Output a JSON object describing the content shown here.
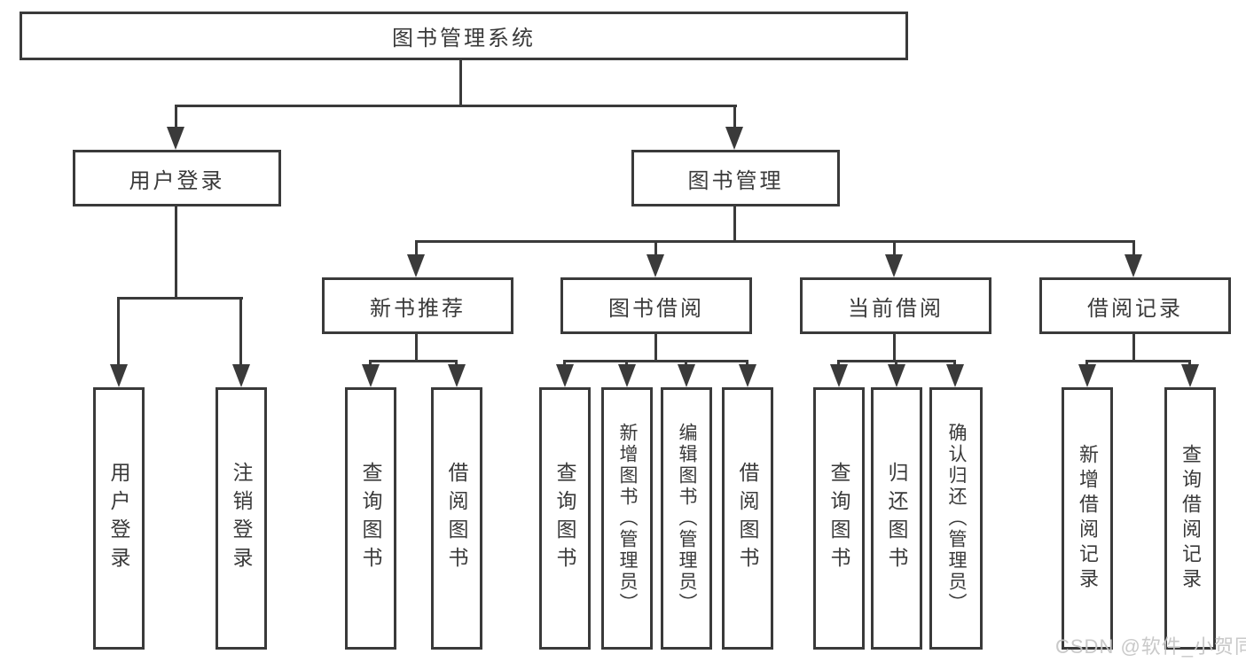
{
  "tree": {
    "root": {
      "label": "图书管理系统"
    },
    "branches": [
      {
        "label": "用户登录",
        "children": [
          {
            "label": "用户登录"
          },
          {
            "label": "注销登录"
          }
        ]
      },
      {
        "label": "图书管理",
        "groups": [
          {
            "label": "新书推荐",
            "children": [
              {
                "label": "查询图书"
              },
              {
                "label": "借阅图书"
              }
            ]
          },
          {
            "label": "图书借阅",
            "children": [
              {
                "label": "查询图书"
              },
              {
                "label": "新增图书（管理员）"
              },
              {
                "label": "编辑图书（管理员）"
              },
              {
                "label": "借阅图书"
              }
            ]
          },
          {
            "label": "当前借阅",
            "children": [
              {
                "label": "查询图书"
              },
              {
                "label": "归还图书"
              },
              {
                "label": "确认归还（管理员）"
              }
            ]
          },
          {
            "label": "借阅记录",
            "children": [
              {
                "label": "新增借阅记录"
              },
              {
                "label": "查询借阅记录"
              }
            ]
          }
        ]
      }
    ]
  },
  "watermark": {
    "text": "CSDN @软件_小贺同学"
  },
  "colors": {
    "ink": "#3a3a3a",
    "box_background": "#ffffff",
    "watermark_gray": "#c6c6c6",
    "page_background": "#ffffff"
  }
}
